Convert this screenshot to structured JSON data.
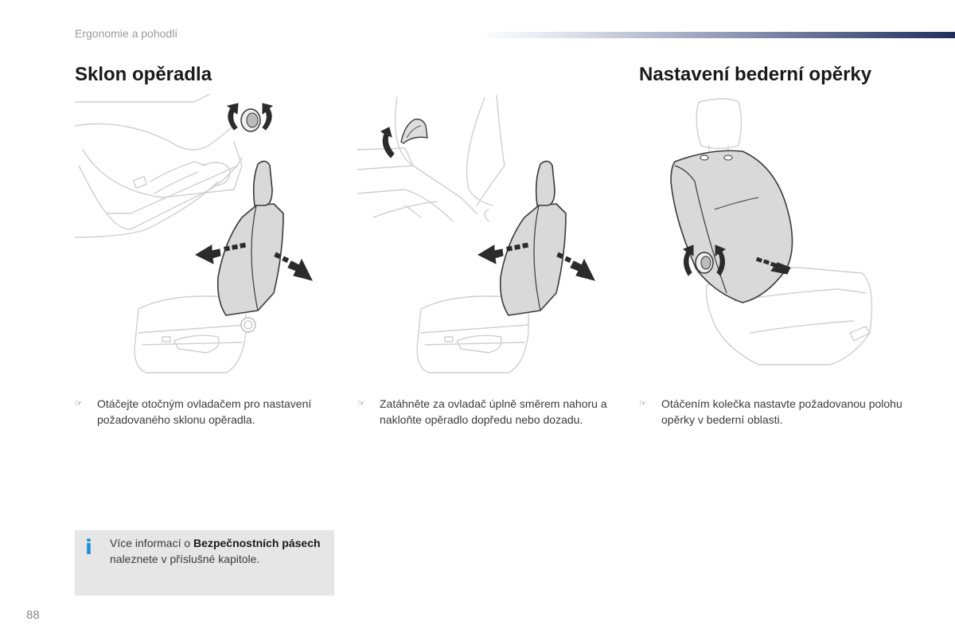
{
  "header": {
    "section_label": "Ergonomie a pohodlí"
  },
  "titles": {
    "left": "Sklon opěradla",
    "right": "Nastavení bederní opěrky"
  },
  "bullet_symbol": "☞",
  "instructions": [
    {
      "text": "Otáčejte otočným ovladačem pro nastavení požadovaného sklonu opěradla."
    },
    {
      "text": "Zatáhněte za ovladač úplně směrem nahoru a nakloňte opěradlo dopředu nebo dozadu."
    },
    {
      "text": "Otáčením kolečka nastavte požadovanou polohu opěrky v bederní oblasti."
    }
  ],
  "info": {
    "icon": "info-icon",
    "text_before": "Více informací o ",
    "text_bold": "Bezpečnostních pásech",
    "text_after": " naleznete v příslušné kapitole."
  },
  "page_number": "88",
  "colors": {
    "header_gradient_dark": "#1f2f5c",
    "info_icon": "#1e8fd6",
    "info_box_bg": "#e6e6e6"
  }
}
